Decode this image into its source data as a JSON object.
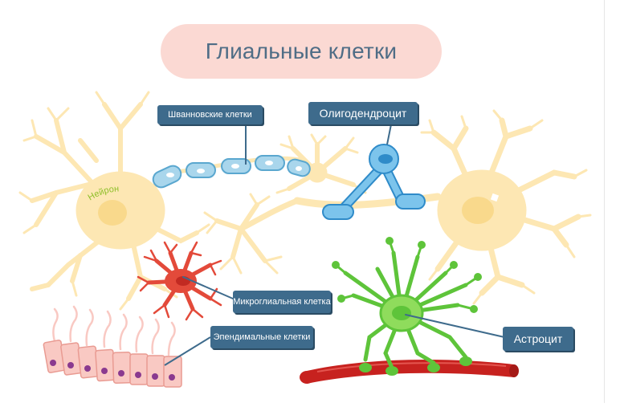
{
  "title": "Глиальные клетки",
  "labels": {
    "schwann": "Шванновские клетки",
    "oligodendrocyte": "Олигодендроцит",
    "neuron": "Нейрон",
    "microglia": "Микроглиальная клетка",
    "ependymal": "Эпендимальные клетки",
    "astrocyte": "Астроцит"
  },
  "colors": {
    "title_pill": "#fbd9d3",
    "title_text": "#4f6d86",
    "label_box": "#3e6b8c",
    "neuron": "#fde7b3",
    "neuron_nucleus": "#f9d98c",
    "schwann": "#a9d6ec",
    "oligodendrocyte": "#5eaee0",
    "microglia": "#e34a3a",
    "ependymal": "#f9c9c3",
    "ependymal_nucleus": "#8a3a8f",
    "astrocyte": "#5ec43a",
    "blood_vessel": "#c7221f"
  }
}
